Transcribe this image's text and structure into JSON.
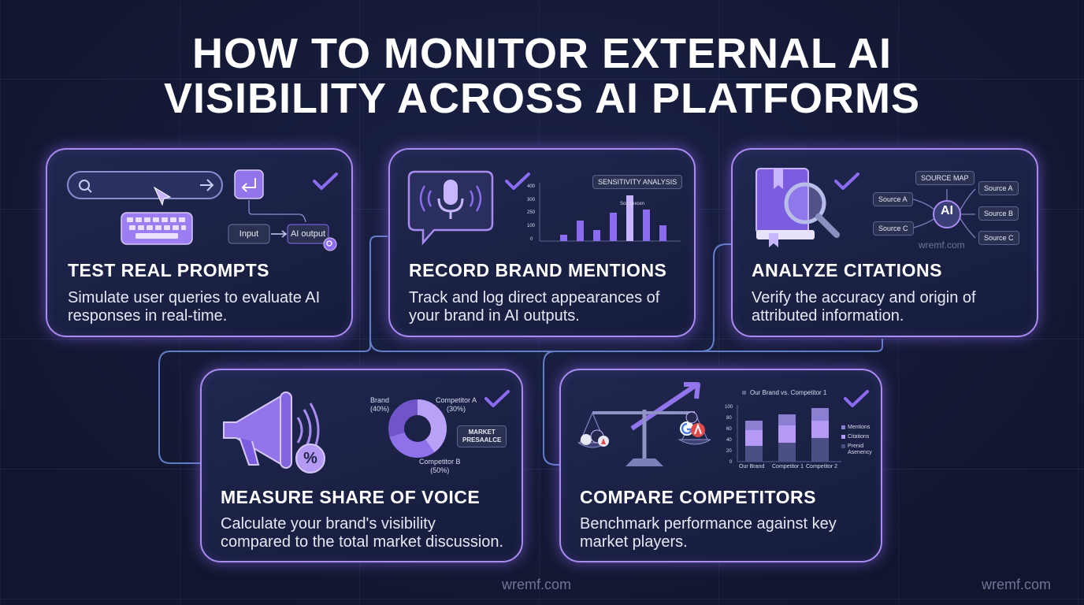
{
  "title": {
    "line1": "HOW TO MONITOR EXTERNAL AI",
    "line2": "VISIBILITY ACROSS AI PLATFORMS"
  },
  "cards": [
    {
      "title": "TEST REAL PROMPTS",
      "desc1": "Simulate user queries to evaluate AI",
      "desc2": "responses in real-time.",
      "illustration": {
        "input_label": "Input",
        "output_label": "AI output"
      }
    },
    {
      "title": "RECORD BRAND MENTIONS",
      "desc1": "Track and log direct appearances of",
      "desc2": "your brand in AI outputs.",
      "illustration": {
        "chart_title": "SENSITIVITY ANALYSIS",
        "peak_label": "Sos sexcen",
        "y_ticks": [
          "400",
          "300",
          "250",
          "100",
          "0"
        ]
      }
    },
    {
      "title": "ANALYZE CITATIONS",
      "desc1": "Verify the accuracy and origin of",
      "desc2": "attributed information.",
      "illustration": {
        "map_title": "SOURCE MAP",
        "hub": "AI",
        "left_sources": [
          "Source A",
          "Source C"
        ],
        "right_sources": [
          "Source A",
          "Source B",
          "Source C"
        ],
        "watermark": "wremf.com"
      }
    },
    {
      "title": "MEASURE SHARE OF VOICE",
      "desc1": "Calculate your brand's visibility",
      "desc2": "compared to the total market discussion.",
      "illustration": {
        "brand_label": "Brand",
        "brand_pct": "(40%)",
        "comp_a_label": "Competitor A",
        "comp_a_pct": "(30%)",
        "comp_b_label": "Competitor B",
        "comp_b_pct": "(50%)",
        "tag1": "MARKET",
        "tag2": "PRESAALCE",
        "percent_badge": "%"
      }
    },
    {
      "title": "COMPARE COMPETITORS",
      "desc1": "Benchmark performance against key",
      "desc2": "market players.",
      "illustration": {
        "chart_title": "Our Brand vs. Competitor 1",
        "y_ticks": [
          "100",
          "80",
          "60",
          "40",
          "20",
          "0"
        ],
        "x_labels": [
          "Our Brand",
          "Competitor 1",
          "Competitor 2"
        ],
        "legend": [
          "Mentions",
          "Citations",
          "Prenid Asenency"
        ]
      }
    }
  ],
  "watermarks": {
    "center": "wremf.com",
    "right": "wremf.com"
  },
  "colors": {
    "accent": "#a98cf0",
    "purple": "#8b6cf0",
    "background": "#141a36"
  }
}
